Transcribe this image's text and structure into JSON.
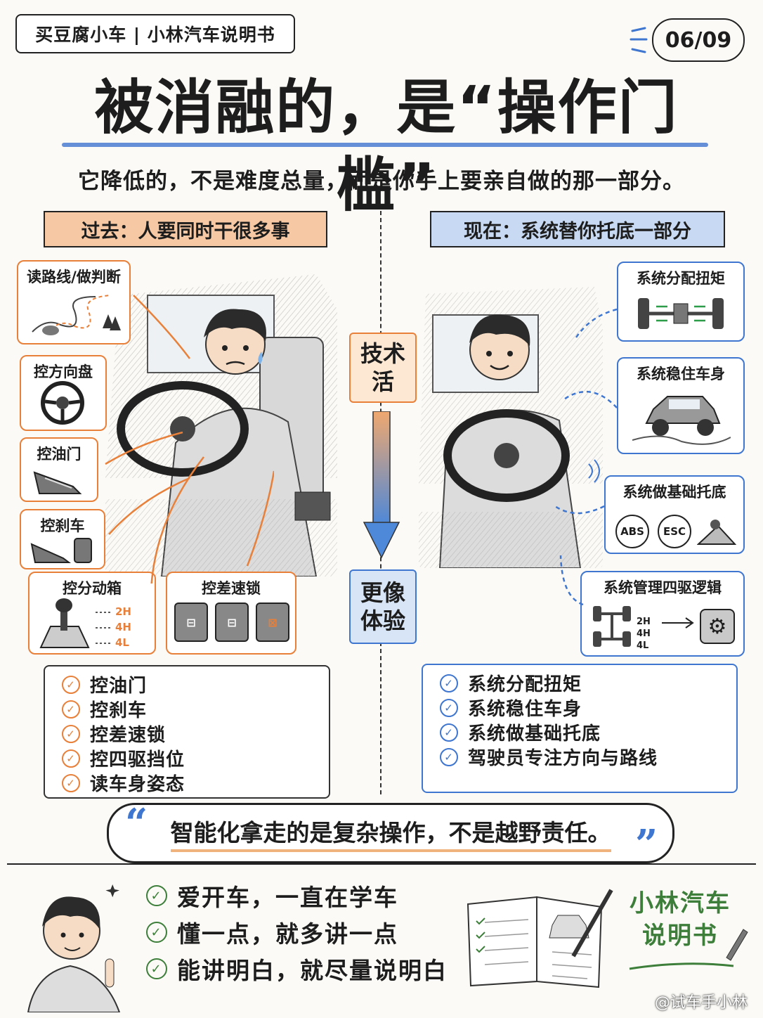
{
  "header": {
    "series_tag": "买豆腐小车 | 小林汽车说明书",
    "page_indicator": "06/09"
  },
  "title": "被消融的，是“操作门槛”",
  "subtitle": "它降低的，不是难度总量，而是你手上要亲自做的那一部分。",
  "left": {
    "ribbon": "过去：人要同时干很多事",
    "cards": {
      "route": "读路线/做判断",
      "steering": "控方向盘",
      "throttle": "控油门",
      "brake": "控刹车",
      "transfer": "控分动箱",
      "diff": "控差速锁"
    },
    "gear_labels": [
      "2H",
      "4H",
      "4L"
    ],
    "checklist": [
      "控油门",
      "控刹车",
      "控差速锁",
      "控四驱挡位",
      "读车身姿态"
    ]
  },
  "middle": {
    "top": [
      "技术",
      "活"
    ],
    "bottom": [
      "更像",
      "体验"
    ]
  },
  "right": {
    "ribbon": "现在：系统替你托底一部分",
    "cards": {
      "torque": "系统分配扭矩",
      "stability": "系统稳住车身",
      "assist": "系统做基础托底",
      "awd": "系统管理四驱逻辑"
    },
    "badges": [
      "ABS",
      "ESC"
    ],
    "gear_labels": [
      "2H",
      "4H",
      "4L"
    ],
    "checklist": [
      "系统分配扭矩",
      "系统稳住车身",
      "系统做基础托底",
      "驾驶员专注方向与路线"
    ]
  },
  "quote": "智能化拿走的是复杂操作，不是越野责任。",
  "footer": {
    "points": [
      "爱开车，一直在学车",
      "懂一点，就多讲一点",
      "能讲明白，就尽量说明白"
    ],
    "brand": [
      "小林汽车",
      "说明书"
    ]
  },
  "watermark": "@试车手小林",
  "colors": {
    "orange": "#e8803a",
    "blue": "#3f76cf",
    "green": "#3d7f3a"
  }
}
